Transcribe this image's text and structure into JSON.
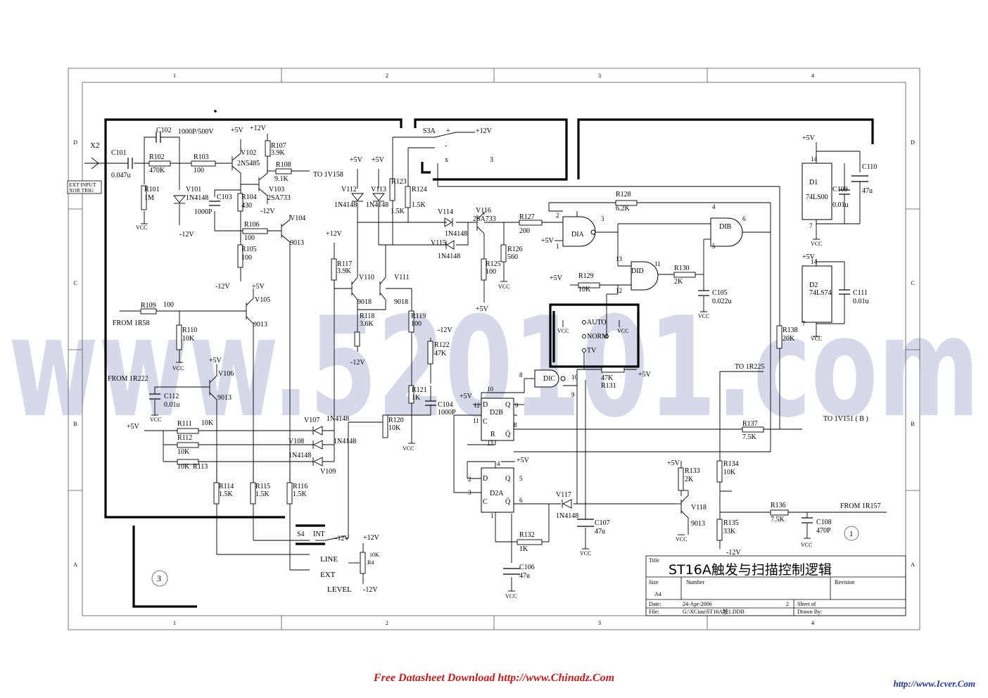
{
  "border": {
    "columns": [
      "1",
      "2",
      "3",
      "4"
    ],
    "rows": [
      "D",
      "C",
      "B",
      "A"
    ]
  },
  "title_block": {
    "title_label": "Title",
    "title": "ST16A触发与扫描控制逻辑",
    "size_label": "Size",
    "size": "A4",
    "number_label": "Number",
    "revision_label": "Revision",
    "date_label": "Date:",
    "date": "24-Apr-2006",
    "sheet_num": "2",
    "sheet_label": "Sheet of",
    "file_label": "File:",
    "file": "G:\\XCiuu\\ST16A触1.DDB",
    "drawn_label": "Drawn By:"
  },
  "watermark": "www.520101.com",
  "footer": {
    "free": "Free Datasheet Download http://www.Chinadz.Com",
    "icver": "http://www.Icver.Com"
  },
  "labels": {
    "x2": "X2",
    "ext_input": "EXT INPUT",
    "xor_trig": "XOR TRIG",
    "c101": "C101",
    "c101v": "0.047u",
    "c102": "C102",
    "c102v": "1000P/500V",
    "r102": "R102",
    "r102v": "470K",
    "r103": "R103",
    "r103v": "100",
    "r101": "R101",
    "r101v": "1M",
    "v101": "V101",
    "v101v": "1N4148",
    "m12a": "-12V",
    "p5a": "+5V",
    "p12a": "+12V",
    "v102": "V102",
    "v102v": "2N5485",
    "r107": "R107",
    "r107v": "3.9K",
    "r108": "R108",
    "r108v": "9.1K",
    "to1v158": "TO 1V158",
    "c103": "C103",
    "c103v": "1000P",
    "r104": "R104",
    "r104v": "430",
    "v103": "V103",
    "v103v": "2SA733",
    "m12b": "-12V",
    "v104": "V104",
    "v104v": "9013",
    "r106": "R106",
    "r106v": "100",
    "r105": "R105",
    "r105v": "100",
    "m12c": "-12V",
    "p5b": "+5V",
    "v105": "V105",
    "v105v": "9013",
    "r109": "R109",
    "r109v": "100",
    "from1r58": "FROM 1R58",
    "r110": "R110",
    "r110v": "10K",
    "vcc1": "VCC",
    "vcc2": "VCC",
    "p5c": "+5V",
    "v106": "V106",
    "v106v": "9013",
    "from1r222": "FROM 1R222",
    "c112": "C112",
    "c112v": "0.01u",
    "vcc3": "VCC",
    "p5d": "+5V",
    "r111": "R111",
    "r111v": "10K",
    "r112": "R112",
    "r112v": "10K",
    "r113": "R113",
    "r113v": "10K",
    "v107": "V107",
    "v107v": "1N4148",
    "v108": "V108",
    "v108v": "1N4148",
    "v109v": "1N4148",
    "v109": "V109",
    "r114": "R114",
    "r114v": "1.5K",
    "r115": "R115",
    "r115v": "1.5K",
    "r116": "R116",
    "r116v": "1.5K",
    "s4": "S4",
    "int": "INT",
    "line": "LINE",
    "ext": "EXT",
    "level": "LEVEL",
    "m12d": "-12V",
    "p12d": "+12V",
    "r4v": "10K",
    "r4": "R4",
    "m12e": "-12V",
    "circ3": "3",
    "p5e": "+5V",
    "p5f": "+5V",
    "v112": "V112",
    "v112v": "1N4148",
    "v113": "V113",
    "v113v": "1N4148",
    "r123": "R123",
    "r123v": "1.5K",
    "r124": "R124",
    "r124v": "1.5K",
    "p12b": "+12V",
    "r117": "R117",
    "r117v": "3.9K",
    "v110": "V110",
    "v110v": "9018",
    "v111": "V111",
    "v111v": "9018",
    "r118": "R118",
    "r118v": "3.6K",
    "m12f": "-12V",
    "r119": "R119",
    "r119v": "100",
    "m12g": "-12V",
    "r122": "R122",
    "r122v": "47K",
    "r121": "R121",
    "r121v": "1K",
    "c104": "C104",
    "c104v": "1000P",
    "r120": "R120",
    "r120v": "10K",
    "vcc4": "VCC",
    "s3a": "S3A",
    "plus": "+",
    "p12c": "+12V",
    "minus": "-",
    "xsym": "x",
    "three": "3",
    "v114": "V114",
    "v114v": "1N4148",
    "v115": "V115",
    "v115v": "1N4148",
    "v116": "V116",
    "v116v": "2SA733",
    "r127": "R127",
    "r127v": "200",
    "r126": "R126",
    "r126v": "560",
    "vcc5": "VCC",
    "r125": "R125",
    "r125v": "100",
    "p5g": "+5V",
    "r128": "R128",
    "r128v": "6.2K",
    "dia": "DIA",
    "dib": "DIB",
    "did": "DID",
    "dic": "DIC",
    "p5h": "+5V",
    "p5i": "+5V",
    "r129": "R129",
    "r129v": "10K",
    "r130": "R130",
    "r130v": "2K",
    "c105": "C105",
    "c105v": "0.022u",
    "vcc6": "VCC",
    "auto": "AUTO",
    "norm": "NORM",
    "tv": "TV",
    "vcc7": "VCC",
    "vcc8": "VCC",
    "r131": "R131",
    "r131v": "47K",
    "p5j": "+5V",
    "to1r225": "TO 1R225",
    "to1v151": "TO 1V151 ( B )",
    "r137": "R137",
    "r137v": "7.5K",
    "r138": "R138",
    "r138v": "20K",
    "d2b": "D2B",
    "d2a": "D2A",
    "p5k": "+5V",
    "p5l": "+5V",
    "d": "D",
    "c": "C",
    "q": "Q",
    "r": "R",
    "qb": "Q̄",
    "v117": "V117",
    "v117v": "1N4148",
    "c107": "C107",
    "c107v": "47u",
    "vcc9": "VCC",
    "r132": "R132",
    "r132v": "1K",
    "c106": "C106",
    "c106v": "47u",
    "vcc10": "VCC",
    "p5m": "+5V",
    "r133": "R133",
    "r133v": "2K",
    "v118": "V118",
    "v118v": "9013",
    "vcc11": "VCC",
    "r134": "R134",
    "r134v": "10K",
    "r135": "R135",
    "r135v": "33K",
    "m12h": "-12V",
    "r136": "R136",
    "r136v": "7.5K",
    "from1r157": "FROM 1R157",
    "c108": "C108",
    "c108v": "470P",
    "vcc12": "VCC",
    "circ1": "1",
    "p5n": "+5V",
    "d1": "D1",
    "d1v": "74LS00",
    "c109": "C109",
    "c109v": "0.01u",
    "c110": "C110",
    "c110v": "47u",
    "p5o": "+5V",
    "d2": "D2",
    "d2v": "74LS74",
    "c111": "C111",
    "c111v": "0.01u",
    "vcc13": "VCC",
    "vcc14": "VCC",
    "pin1": "1",
    "pin2": "2",
    "pin3": "3",
    "pin4": "4",
    "pin5": "5",
    "pin6": "6",
    "pin7": "7",
    "pin8": "8",
    "pin9": "9",
    "pin10": "10",
    "pin11": "11",
    "pin12": "12",
    "pin13": "13",
    "pin14": "14"
  }
}
